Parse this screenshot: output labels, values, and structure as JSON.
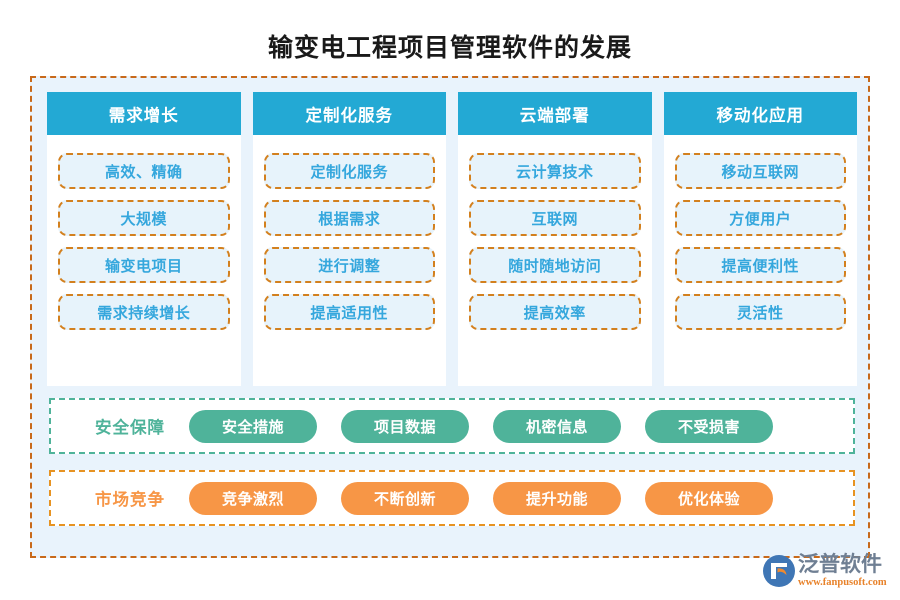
{
  "title": "输变电工程项目管理软件的发展",
  "colors": {
    "header_bg": "#23a9d4",
    "item_text": "#35a7dd",
    "item_bg": "#e7f3fb",
    "item_border": "#d3801e",
    "frame_bg": "#e9f3fc",
    "frame_border": "#c8691a",
    "green": "#4fb39a",
    "orange": "#f79646",
    "title_text": "#1a1a1a"
  },
  "columns": [
    {
      "header": "需求增长",
      "items": [
        "高效、精确",
        "大规模",
        "输变电项目",
        "需求持续增长"
      ]
    },
    {
      "header": "定制化服务",
      "items": [
        "定制化服务",
        "根据需求",
        "进行调整",
        "提高适用性"
      ]
    },
    {
      "header": "云端部署",
      "items": [
        "云计算技术",
        "互联网",
        "随时随地访问",
        "提高效率"
      ]
    },
    {
      "header": "移动化应用",
      "items": [
        "移动互联网",
        "方便用户",
        "提高便利性",
        "灵活性"
      ]
    }
  ],
  "bands": [
    {
      "label": "安全保障",
      "pills": [
        "安全措施",
        "项目数据",
        "机密信息",
        "不受损害"
      ]
    },
    {
      "label": "市场竞争",
      "pills": [
        "竞争激烈",
        "不断创新",
        "提升功能",
        "优化体验"
      ]
    }
  ],
  "logo": {
    "name": "泛普软件",
    "url": "www.fanpusoft.com"
  }
}
